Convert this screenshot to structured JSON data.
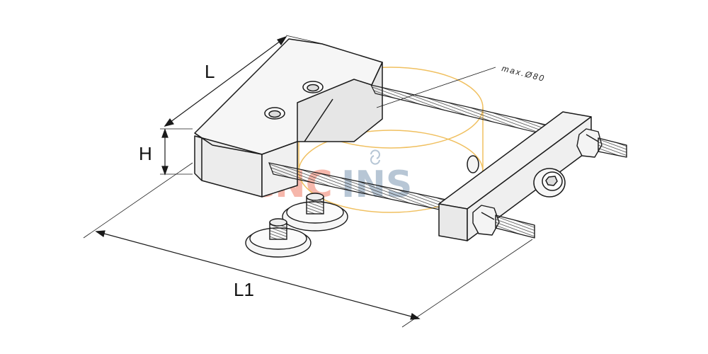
{
  "dimensions": {
    "length": "L",
    "height": "H",
    "overall_length": "L1",
    "max_note": "max.Ø80"
  },
  "watermark": {
    "part_a": "CNC",
    "part_b": "INS",
    "color_a": "#f4a090",
    "color_b": "#9fb4c8"
  },
  "colors": {
    "line": "#1a1a1a",
    "part_fill": "#f3f3f3",
    "capacity_circle": "#f0c060"
  }
}
